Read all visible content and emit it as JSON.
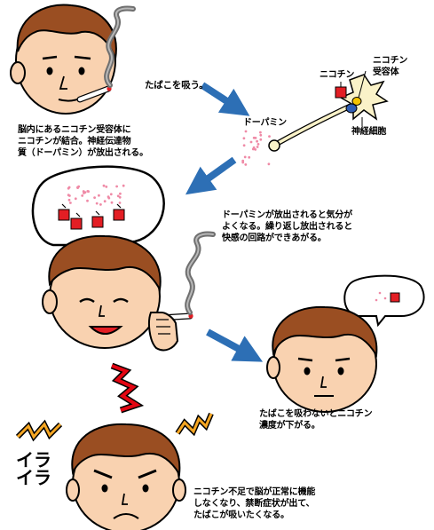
{
  "captions": {
    "smoke_label": "たばこを吸う。",
    "receptor_text": "脳内にあるニコチン受容体に\nニコチンが結合。神経伝達物\n質（ドーパミン）が放出される。",
    "dopamine_text": "ドーパミンが放出されると気分が\nよくなる。繰り返し放出されると\n快感の回路ができあがる。",
    "decrease_text": "たばこを吸わないとニコチン\n濃度が下がる。",
    "withdrawal_text": "ニコチン不足で脳が正常に機能\nしなくなり、禁断症状が出て、\nたばこが吸いたくなる。"
  },
  "neuron_labels": {
    "dopamine": "ドーパミン",
    "nicotine": "ニコチン",
    "receptor": "ニコチン\n受容体",
    "nerve_cell": "神経細胞"
  },
  "iraira_text": "イラ\nイラ",
  "colors": {
    "skin": "#f9d2b0",
    "hair": "#9a4e22",
    "arrow": "#2d6fb5",
    "nicotine_red": "#e31e24",
    "receptor_blue": "#2f5db3",
    "dopamine_pink": "#ef8aa6",
    "neuron_fill": "#faf2c8",
    "lightning": "#e30613",
    "jagged": "#f5a623"
  }
}
